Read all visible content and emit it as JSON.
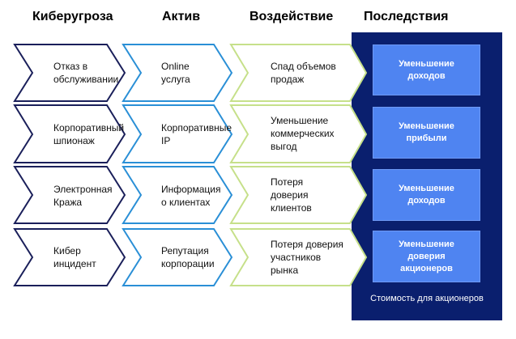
{
  "headers": {
    "threat": "Киберугроза",
    "asset": "Актив",
    "impact": "Воздействие",
    "consequences": "Последствия"
  },
  "rows": [
    {
      "threat": "Отказ в\nобслуживании",
      "asset": "Online\nуслуга",
      "impact": "Спад объемов\nпродаж",
      "consequence": "Уменьшение\nдоходов"
    },
    {
      "threat": "Корпоративный\nшпионаж",
      "asset": "Корпоративные\nIP",
      "impact": "Уменьшение\nкоммерческих\nвыгод",
      "consequence": "Уменьшение\nприбыли"
    },
    {
      "threat": "Электронная\nКража",
      "asset": "Информация\nо клиентах",
      "impact": "Потеря\nдоверия\nклиентов",
      "consequence": "Уменьшение\nдоходов"
    },
    {
      "threat": "Кибер\nинцидент",
      "asset": "Репутация\nкорпорации",
      "impact": "Потеря доверия\nучастников\nрынка",
      "consequence": "Уменьшение\nдоверия\nакционеров"
    }
  ],
  "footer": "Стоимость для акционеров",
  "colors": {
    "threat_stroke": "#1a1f5a",
    "asset_stroke": "#2a8fd6",
    "impact_stroke": "#c6e08a",
    "panel": "#0a1f6e",
    "box": "#4f84f1"
  }
}
